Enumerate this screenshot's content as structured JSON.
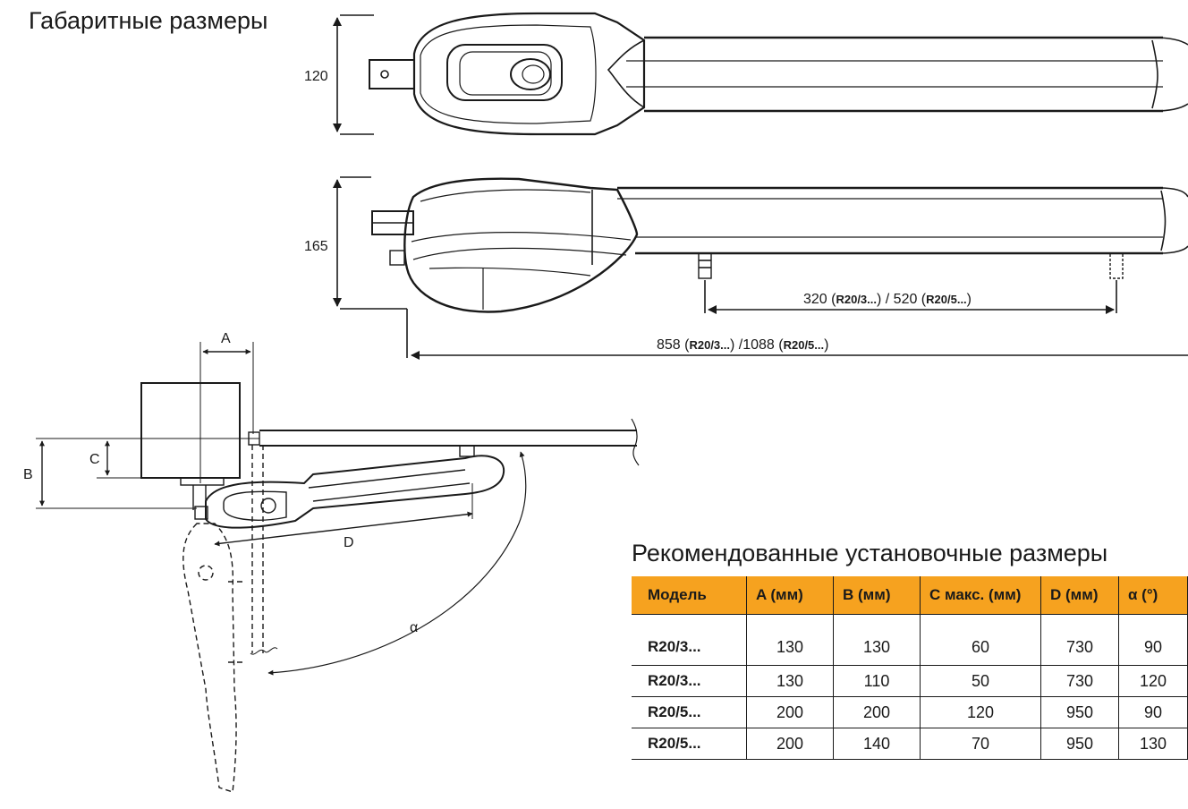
{
  "dims_title": "Габаритные размеры",
  "rec_title": "Рекомендованные установочные размеры",
  "top_view": {
    "height_label": "120"
  },
  "side_view": {
    "height_label": "165",
    "mount_spacing": {
      "value_a": "320 (",
      "model_a": "R20/3...",
      "mid": ") / 520 (",
      "model_b": "R20/5...",
      "end": ")"
    },
    "total_length": {
      "value_a": "858 (",
      "model_a": "R20/3...",
      "mid": ") /1088 (",
      "model_b": "R20/5...",
      "end": ")"
    }
  },
  "install": {
    "label_a": "A",
    "label_b": "B",
    "label_c": "C",
    "label_d": "D",
    "label_alpha": "α"
  },
  "table": {
    "headers": [
      "Модель",
      "A (мм)",
      "B (мм)",
      "C макс. (мм)",
      "D (мм)",
      "α (°)"
    ],
    "rows": [
      [
        "R20/3...",
        "130",
        "130",
        "60",
        "730",
        "90"
      ],
      [
        "R20/3...",
        "130",
        "110",
        "50",
        "730",
        "120"
      ],
      [
        "R20/5...",
        "200",
        "200",
        "120",
        "950",
        "90"
      ],
      [
        "R20/5...",
        "200",
        "140",
        "70",
        "950",
        "130"
      ]
    ]
  }
}
